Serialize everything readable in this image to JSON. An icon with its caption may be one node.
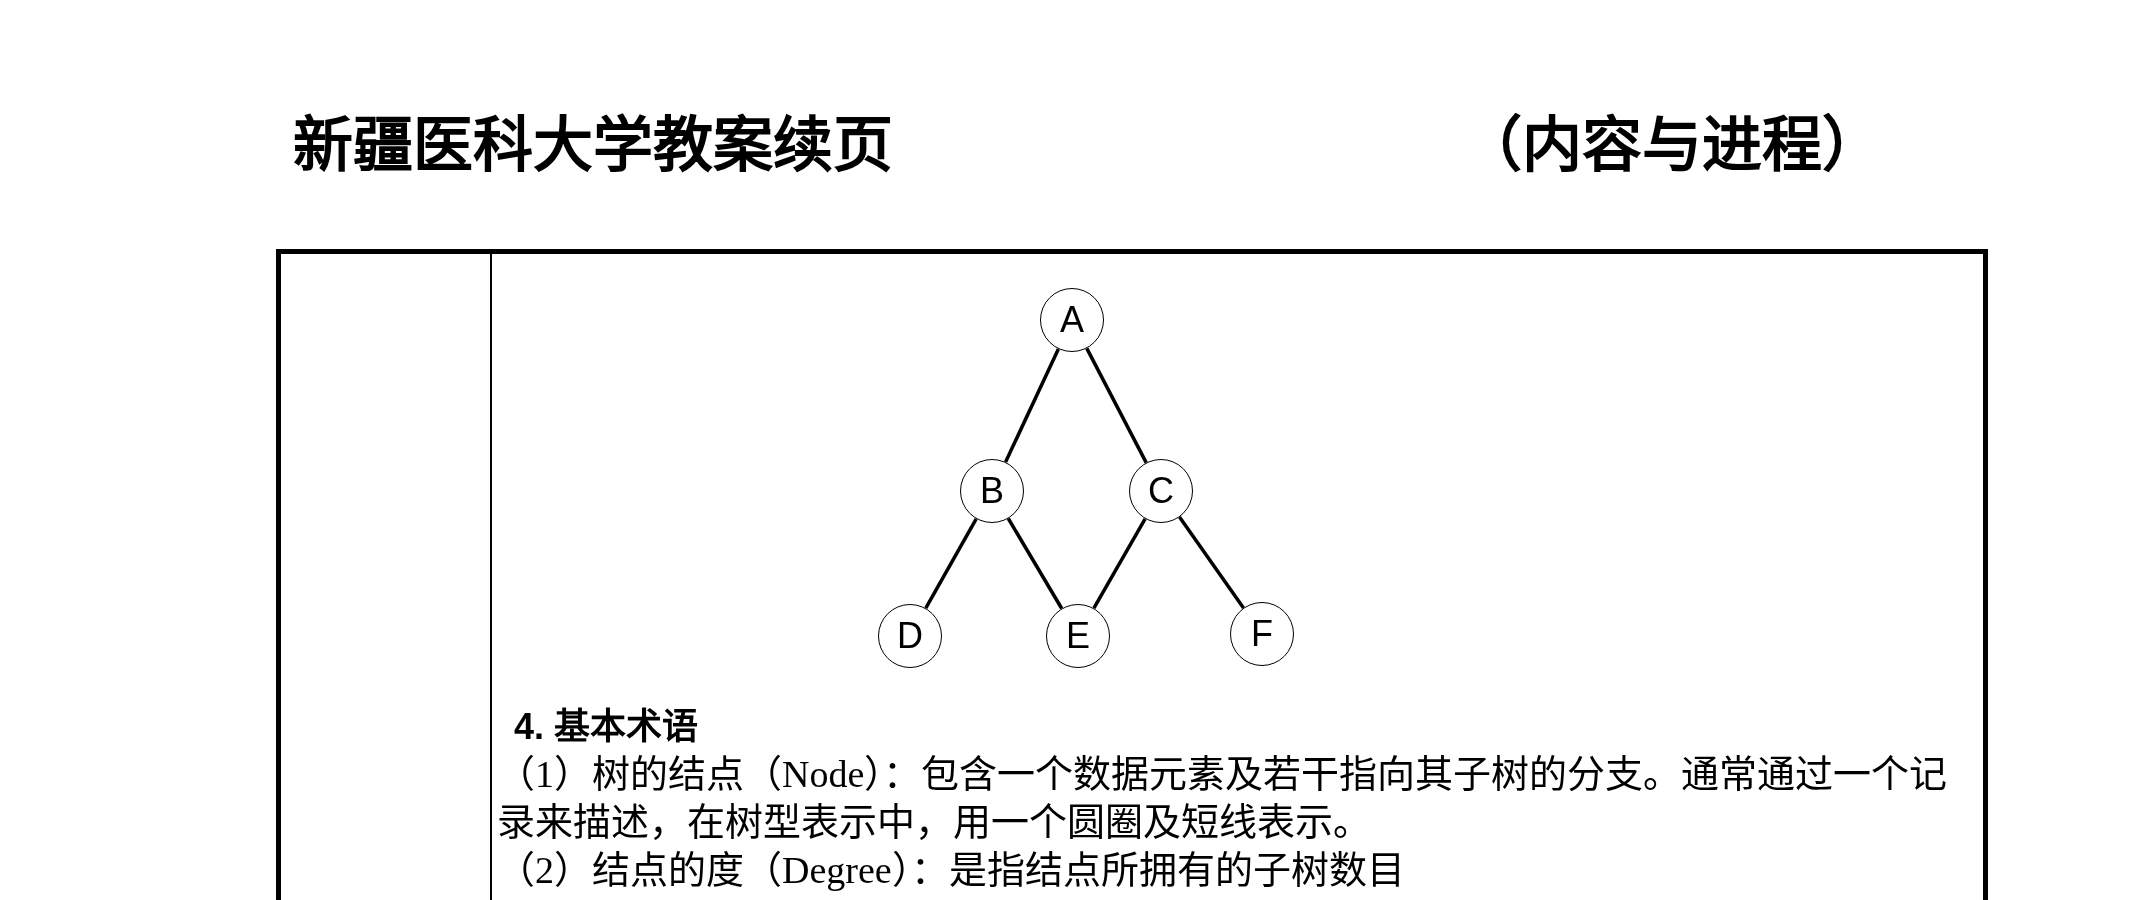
{
  "diagram": {
    "title": "新疆医科大学教案续页",
    "nodes": [
      {
        "text": [
          "A"
        ]
      },
      {
        "text": [
          "B"
        ]
      },
      {
        "text": [
          "C"
        ]
      },
      {
        "text": [
          "D"
        ]
      },
      {
        "text": [
          "E"
        ]
      },
      {
        "text": [
          "F"
        ]
      }
    ],
    "edges": [
      {
        "from": 0,
        "to": 1,
        "arrow": "none"
      },
      {
        "from": 0,
        "to": 2,
        "arrow": "none"
      },
      {
        "from": 1,
        "to": 3,
        "arrow": "none"
      },
      {
        "from": 1,
        "to": 4,
        "arrow": "none"
      },
      {
        "from": 2,
        "to": 4,
        "arrow": "none"
      },
      {
        "from": 2,
        "to": 5,
        "arrow": "none"
      }
    ],
    "labels": [
      "（内容与进程）",
      "4. 基本术语",
      "（1）树的结点（Node）：包含一个数据元素及若干指向其子树的分支。通常通过一个记录来描述，在树型表示中，用一个圆圈及短线表示。",
      "（2）结点的度（Degree）：是指结点所拥有的子树数目"
    ]
  }
}
